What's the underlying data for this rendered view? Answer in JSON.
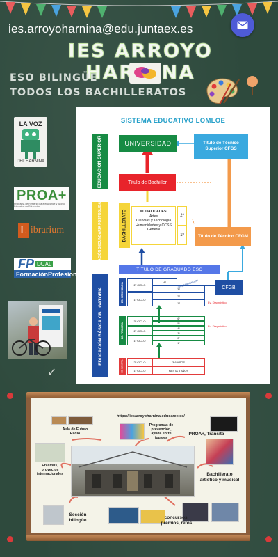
{
  "header": {
    "email": "ies.arroyoharnina@edu.juntaex.es",
    "school_name": "IES ARROYO HARNINA",
    "subtitle_1": "ESO BILINGÜE",
    "subtitle_2": "TODOS LOS BACHILLERATOS"
  },
  "logos": {
    "la_voz": "LA VOZ",
    "la_voz_sub": "DEL HARNINA",
    "proa": "PROA+",
    "proa_sub": "Programa de Refuerzo para el Avance y Apoyo Educativo en Educación",
    "librarium_initial": "L",
    "librarium_rest": "ibrarium",
    "fp": "FP",
    "dual": "DUAL",
    "fp_sub": "FormaciónProfesional"
  },
  "diagram": {
    "title": "SISTEMA EDUCATIVO LOMLOE",
    "band_superior": "EDUCACIÓN SUPERIOR",
    "band_postobligatoria": "EDUCACIÓN SECUNDARIA POSTOBLIGATORIA",
    "band_obligatoria": "EDUCACIÓN BÁSICA OBLIGATORIA",
    "universidad": "UNIVERSIDAD",
    "tecnico_superior": "Título de Técnico Superior CFGS",
    "titulo_bachiller": "Título de Bachiller",
    "bachillerato": "BACHILLERATO",
    "modalidades_title": "MODALIDADES:",
    "modalidades": [
      "Artes",
      "Ciencias y Tecnología",
      "Humanidades y CCSS",
      "General"
    ],
    "bach_2": "2º",
    "bach_1": "1º",
    "tecnico_cfgm": "Título de Técnico CFGM",
    "graduado_eso": "TÍTULO DE GRADUADO ESO",
    "cfgb": "CFGB",
    "eso_label": "ED. SECUNDARIA",
    "eso_ciclo2": "2º CICLO",
    "eso_ciclo1": "1º CICLO",
    "eso_courses": [
      "4º",
      "3º",
      "2º",
      "1º"
    ],
    "diversificacion": "DIVERSIFICACIÓN",
    "primaria_label": "ED. PRIMARIA",
    "primaria_ciclos": [
      "3º CICLO",
      "2º CICLO",
      "1º CICLO"
    ],
    "primaria_courses": [
      "6º",
      "5º",
      "4º",
      "3º",
      "2º",
      "1º"
    ],
    "diagnostico": "Ev. Diagnóstico",
    "infantil_label": "ED. INFANTIL",
    "infantil_ciclo2": "2º CICLO",
    "infantil_ciclo1": "1º CICLO",
    "infantil_ages_2": "3-6 AÑOS",
    "infantil_ages_1": "HASTA 3 AÑOS",
    "colors": {
      "green": "#178b44",
      "yellow": "#f5d53a",
      "blue": "#1f4ea3",
      "red": "#e8242b",
      "orange": "#f39a4b",
      "light_blue": "#3aa9df",
      "infantil_red": "#e23b3b"
    }
  },
  "board": {
    "url": "https://iesarroyoharnina.educarex.es/",
    "nodes": [
      "Aula de Futuro Radio",
      "Programas de prevención, ayuda entre iguales",
      "PROA+, Transita",
      "Erasmus, proyectos internacionales",
      "Bachillerato artístico y musical",
      "Sección bilingüe",
      "concursos, premios, retos"
    ]
  }
}
